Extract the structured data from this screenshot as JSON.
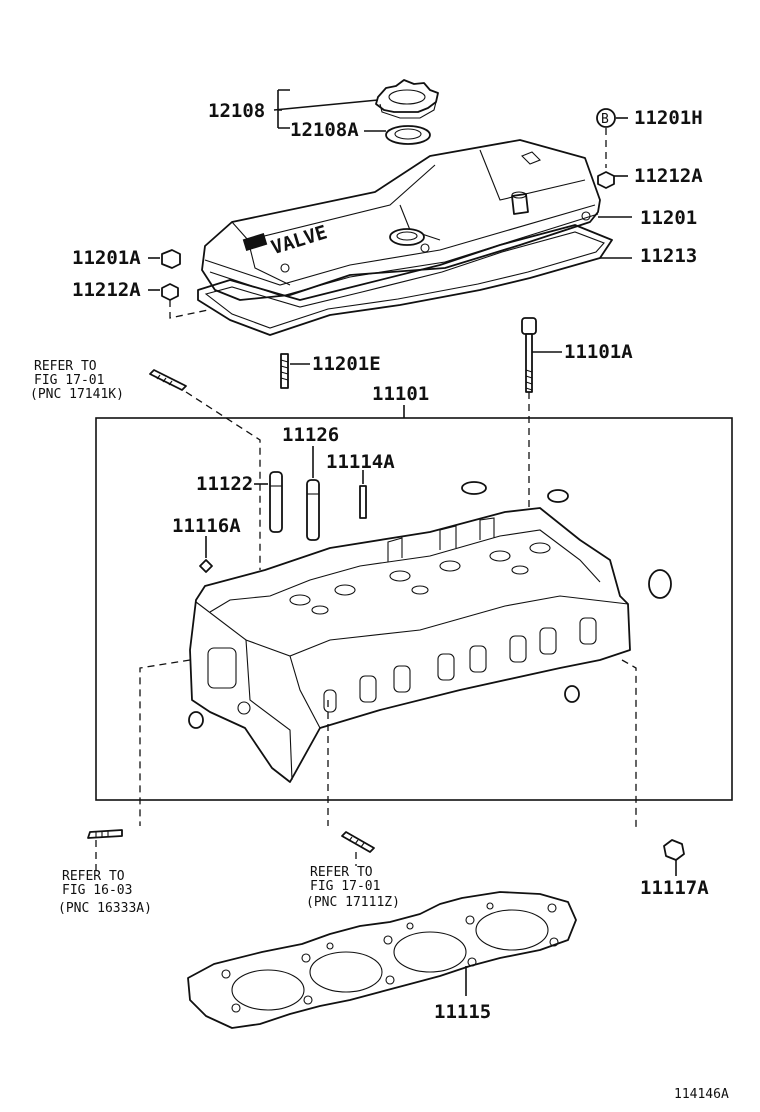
{
  "labels": {
    "p12108": "12108",
    "p12108A": "12108A",
    "p11201H": "11201H",
    "p11201H_marker": "B",
    "p11212A_right": "11212A",
    "p11201": "11201",
    "p11213": "11213",
    "p11201A": "11201A",
    "p11212A_left": "11212A",
    "p11201E": "11201E",
    "p11101A": "11101A",
    "p11101": "11101",
    "p11126": "11126",
    "p11114A": "11114A",
    "p11122": "11122",
    "p11116A": "11116A",
    "p11117A": "11117A",
    "p11115": "11115",
    "diagram_id": "114146A"
  },
  "cover_text": "VALVE",
  "references": [
    {
      "line1": "REFER TO",
      "line2": "FIG 17-01",
      "line3": "(PNC 17141K)"
    },
    {
      "line1": "REFER TO",
      "line2": "FIG 16-03",
      "line3": "(PNC 16333A)"
    },
    {
      "line1": "REFER TO",
      "line2": "FIG 17-01",
      "line3": "(PNC 17111Z)"
    }
  ]
}
